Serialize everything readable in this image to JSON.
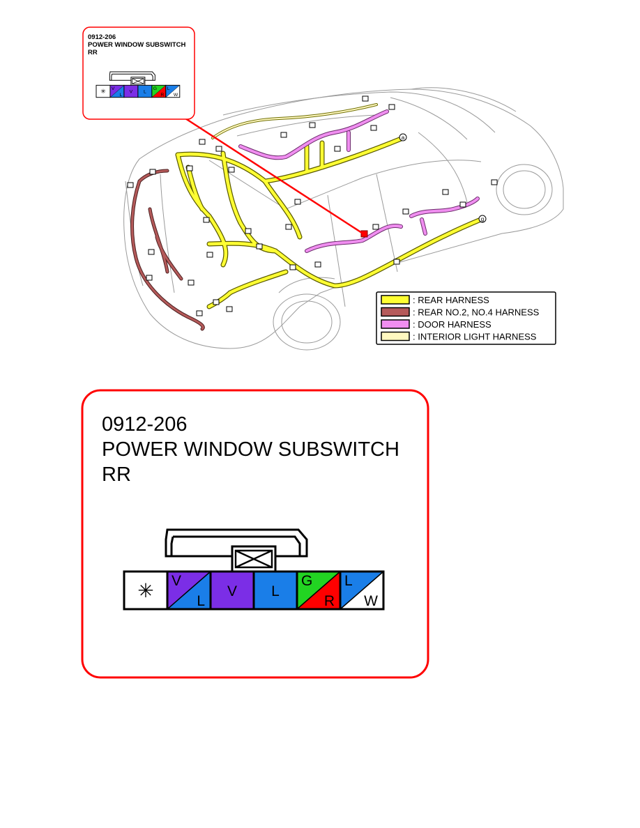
{
  "callout_small": {
    "code": "0912-206",
    "title_line1": "POWER WINDOW SUBSWITCH",
    "title_line2": "RR"
  },
  "callout_large": {
    "code": "0912-206",
    "title_line1": "POWER WINDOW SUBSWITCH",
    "title_line2": "RR"
  },
  "connector": {
    "blank_symbol": "✳",
    "terminals": [
      {
        "top": "V",
        "bottom": "L",
        "top_color": "#7b2ee6",
        "bottom_color": "#1a7ee8",
        "split": true
      },
      {
        "top": "V",
        "bottom": "",
        "top_color": "#7b2ee6",
        "bottom_color": "#7b2ee6",
        "split": false
      },
      {
        "top": "L",
        "bottom": "",
        "top_color": "#1a7ee8",
        "bottom_color": "#1a7ee8",
        "split": false
      },
      {
        "top": "G",
        "bottom": "R",
        "top_color": "#22d422",
        "bottom_color": "#ff0000",
        "split": true
      },
      {
        "top": "L",
        "bottom": "W",
        "top_color": "#1a7ee8",
        "bottom_color": "#ffffff",
        "split": true
      }
    ]
  },
  "harness_tags": {
    "a": "a",
    "g": "g"
  },
  "legend": {
    "items": [
      {
        "label": ": REAR HARNESS",
        "color": "#ffff33"
      },
      {
        "label": ": REAR NO.2, NO.4 HARNESS",
        "color": "#b55a5a"
      },
      {
        "label": ": DOOR HARNESS",
        "color": "#f08ef0"
      },
      {
        "label": ": INTERIOR LIGHT HARNESS",
        "color": "#fff8c0"
      }
    ]
  },
  "colors": {
    "callout_border": "#ff0000",
    "leader_line": "#ff0000",
    "rear_harness": "#ffff33",
    "rear_no2_harness": "#b55a5a",
    "door_harness": "#f08ef0",
    "interior_light_harness": "#fff8c0"
  }
}
